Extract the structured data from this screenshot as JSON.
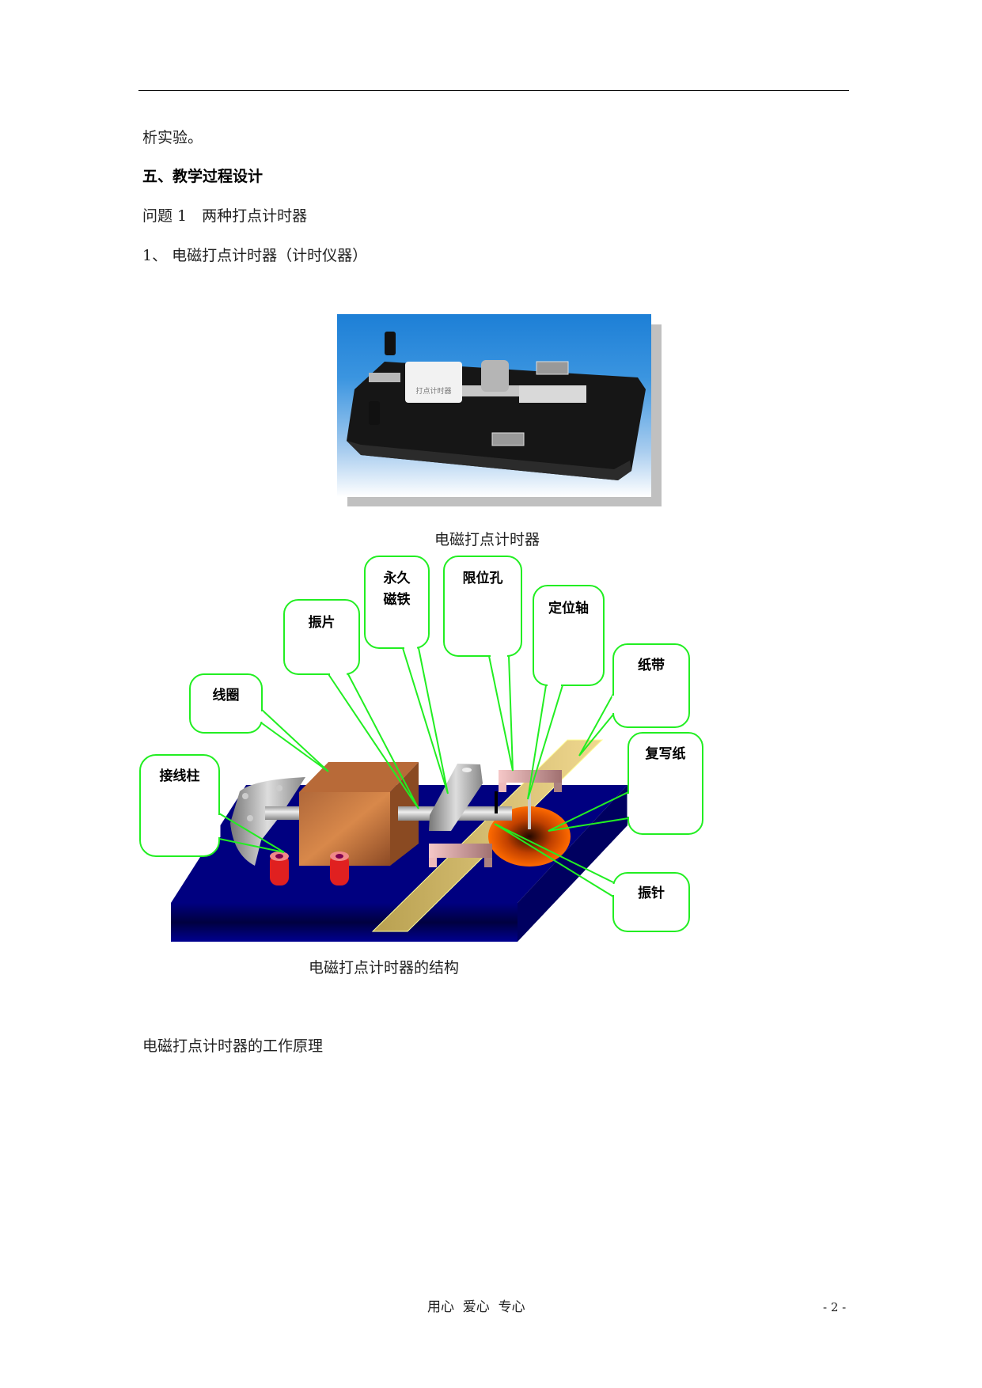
{
  "paragraphs": {
    "continued": "析实验。",
    "section_heading": "五、教学过程设计",
    "question": "问题 1　两种打点计时器",
    "item1": "1、 电磁打点计时器（计时仪器）",
    "principle": "电磁打点计时器的工作原理"
  },
  "figures": {
    "photo_caption": "电磁打点计时器",
    "photo_label": "打点计时器",
    "diagram_caption": "电磁打点计时器的结构",
    "callouts": {
      "terminal": "接线柱",
      "coil": "线圈",
      "vibrating_plate": "振片",
      "magnet_line1": "永久",
      "magnet_line2": "磁铁",
      "limit_hole": "限位孔",
      "axle": "定位轴",
      "tape": "纸带",
      "carbon_paper": "复写纸",
      "needle": "振针"
    }
  },
  "footer": {
    "motto": "用心  爱心  专心",
    "page_number": "- 2 -"
  },
  "colors": {
    "callout_border": "#22ee22",
    "base": "#000080",
    "coil": "#c8783c",
    "tape": "#e8cf7e",
    "disc": "#ff6600"
  }
}
